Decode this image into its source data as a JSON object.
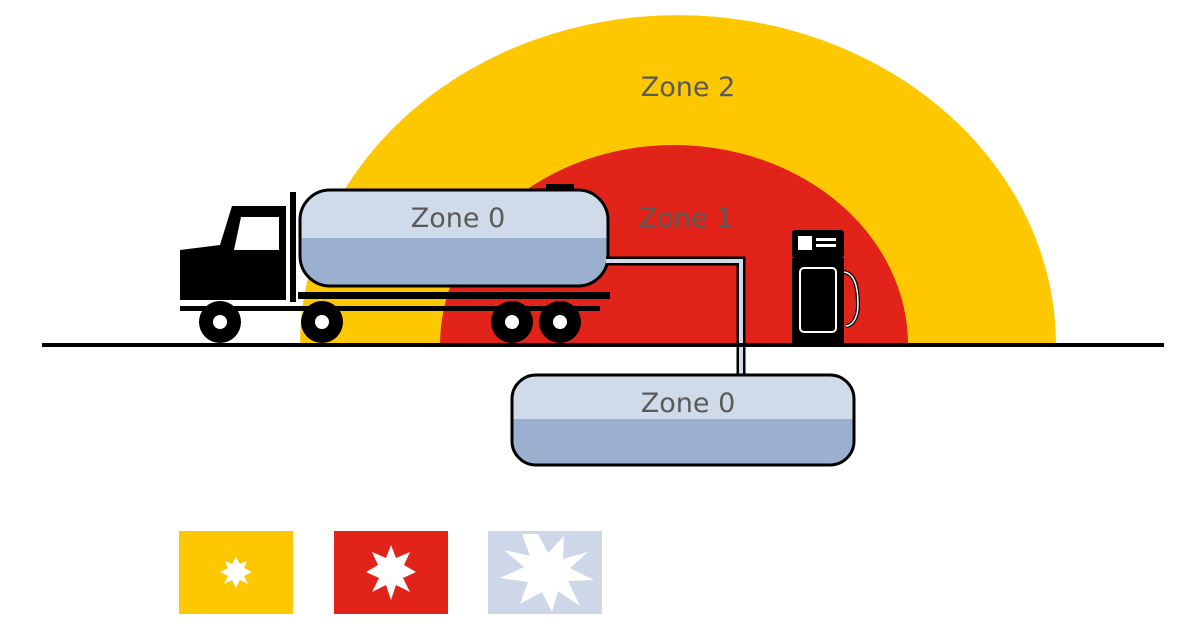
{
  "zones": {
    "zone2_label": "Zone 2",
    "zone1_label": "Zone 1",
    "truck_tank_label": "Zone 0",
    "underground_tank_label": "Zone 0"
  },
  "colors": {
    "zone2": "#fdc800",
    "zone1": "#e2231a",
    "tank_top": "#d0dbea",
    "tank_bottom": "#9bb0cf",
    "ink": "#000000",
    "label_text": "#5a5a5a",
    "legend_zone0": "#cdd7e8"
  },
  "legend": [
    {
      "zone": "zone2",
      "icon": "small-explosion-icon"
    },
    {
      "zone": "zone1",
      "icon": "medium-explosion-icon"
    },
    {
      "zone": "zone0",
      "icon": "large-explosion-icon"
    }
  ]
}
